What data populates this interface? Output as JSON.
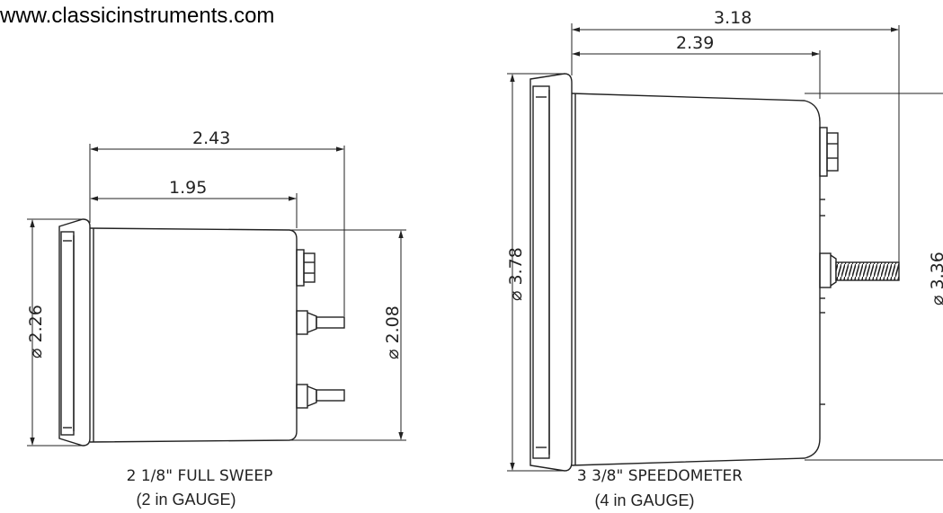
{
  "website": "www.classicinstruments.com",
  "gauge_small": {
    "overall_length": "2.43",
    "body_length": "1.95",
    "bezel_diameter": "⌀ 2.26",
    "body_diameter": "⌀ 2.08",
    "caption_line1": "2 1/8\" FULL SWEEP",
    "caption_line2": "(2 in GAUGE)"
  },
  "gauge_large": {
    "overall_length": "3.18",
    "body_length": "2.39",
    "bezel_diameter": "⌀ 3.78",
    "body_diameter": "⌀ 3.36",
    "caption_line1": "3 3/8\" SPEEDOMETER",
    "caption_line2": "(4 in GAUGE)"
  }
}
